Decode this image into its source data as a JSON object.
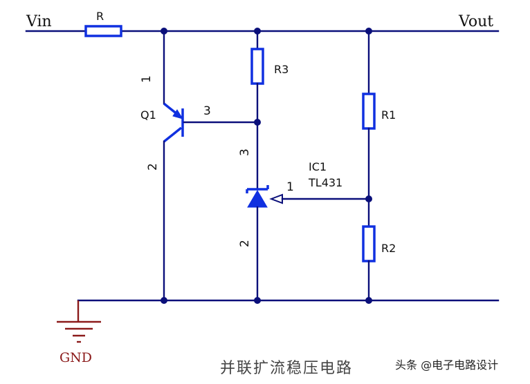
{
  "nets": {
    "vin": "Vin",
    "vout": "Vout",
    "gnd": "GND"
  },
  "components": {
    "r_series": {
      "ref": "R"
    },
    "r1": {
      "ref": "R1"
    },
    "r2": {
      "ref": "R2"
    },
    "r3": {
      "ref": "R3"
    },
    "q1": {
      "ref": "Q1",
      "pins": {
        "p1": "1",
        "p2": "2",
        "p3": "3"
      }
    },
    "ic1": {
      "ref": "IC1",
      "part": "TL431",
      "pins": {
        "p1": "1",
        "p2": "2",
        "p3": "3"
      }
    }
  },
  "caption": "并联扩流稳压电路",
  "credit": "头条 @电子电路设计"
}
